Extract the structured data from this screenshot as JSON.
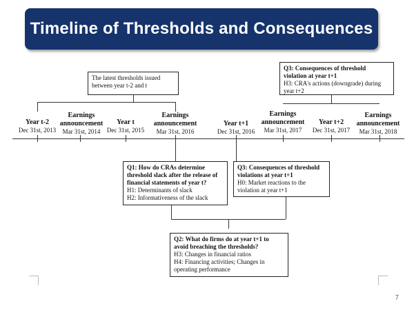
{
  "title": "Timeline of Thresholds and Consequences",
  "timeline": [
    {
      "main": "Year t-2",
      "sub": "Dec 31st, 2013"
    },
    {
      "main": "Earnings announcement",
      "sub": "Mar 31st, 2014"
    },
    {
      "main": "Year t",
      "sub": "Dec 31st, 2015"
    },
    {
      "main": "Earnings announcement",
      "sub": "Mar 31st, 2016"
    },
    {
      "main": "Year t+1",
      "sub": "Dec 31st, 2016"
    },
    {
      "main": "Earnings announcement",
      "sub": "Mar 31st, 2017"
    },
    {
      "main": "Year t+2",
      "sub": "Dec 31st, 2017"
    },
    {
      "main": "Earnings announcement",
      "sub": "Mar 31st, 2018"
    }
  ],
  "boxes": {
    "thresholds": {
      "text": "The latest thresholds issued between year t-2 and t"
    },
    "q3_top": {
      "heading": "Q3: Consequences of threshold violation at year t+1",
      "lines": [
        "H3: CRA's actions (downgrade) during year t+2"
      ]
    },
    "q1": {
      "heading": "Q1: How do CRAs determine threshold slack after the release of financial statements of year t?",
      "lines": [
        "H1: Determinants of slack",
        "H2: Informativeness of the slack"
      ]
    },
    "q3_mid": {
      "heading": "Q3: Consequences of threshold violations at year t+1",
      "lines": [
        "H0: Market reactions to the violation at year t+1"
      ]
    },
    "q2": {
      "heading": "Q2: What do firms do at year t+1 to avoid breaching the thresholds?",
      "lines": [
        "H3: Changes in financial ratios",
        "H4: Financing activities; Changes in operating performance"
      ]
    }
  },
  "page_number": "7"
}
